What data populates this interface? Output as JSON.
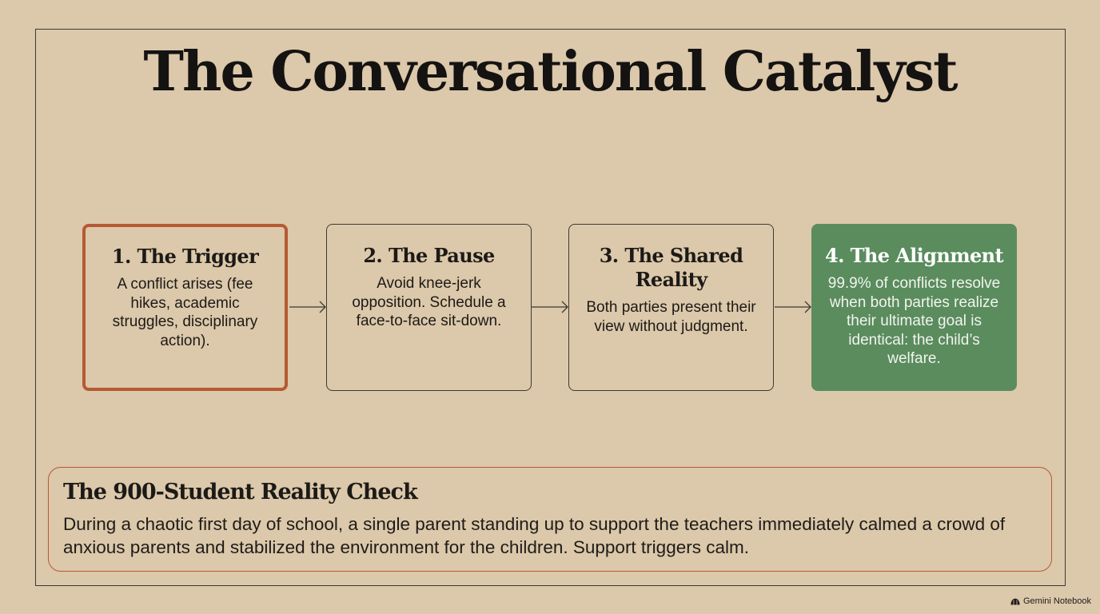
{
  "title": "The Conversational Catalyst",
  "steps": [
    {
      "title": "1. The Trigger",
      "text": "A conflict arises (fee hikes, academic struggles, disciplinary action)."
    },
    {
      "title": "2. The Pause",
      "text": "Avoid knee-jerk opposition. Schedule a face-to-face sit-down."
    },
    {
      "title": "3. The Shared Reality",
      "text": "Both parties present their view without judgment."
    },
    {
      "title": "4. The Alignment",
      "text": "99.9% of conflicts resolve when both parties realize their ultimate goal is identical: the child’s welfare."
    }
  ],
  "callout": {
    "title": "The 900-Student Reality Check",
    "text": "During a chaotic first day of school, a single parent standing up to support the teachers immediately calmed a crowd of anxious parents and stabilized the environment for the children. Support triggers calm."
  },
  "brand": {
    "label": "Gemini Notebook",
    "icon": "notebook-logo-icon"
  },
  "colors": {
    "background": "#dcc8aa",
    "trigger_border": "#b55a34",
    "alignment_fill": "#5a8c5e",
    "callout_border": "#b55a34"
  }
}
